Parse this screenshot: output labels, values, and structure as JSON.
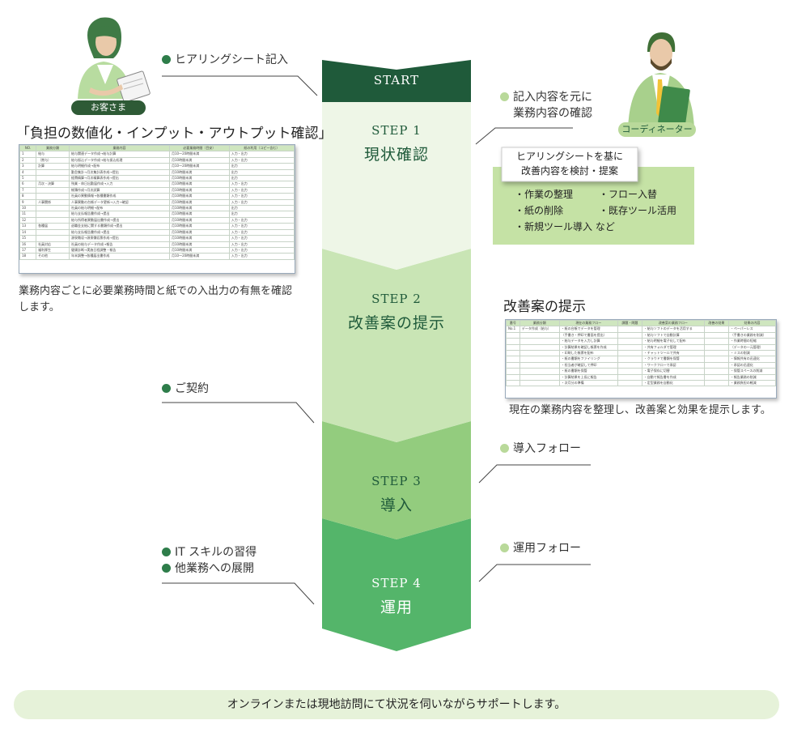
{
  "steps": [
    {
      "en": "START",
      "jp": ""
    },
    {
      "en": "STEP 1",
      "jp": "現状確認"
    },
    {
      "en": "STEP 2",
      "jp": "改善案の提示"
    },
    {
      "en": "STEP 3",
      "jp": "導入"
    },
    {
      "en": "STEP 4",
      "jp": "運用"
    }
  ],
  "left": {
    "customer_badge": "お客さま",
    "hearing_note": "ヒアリングシート記入",
    "section_title": "「負担の数値化・インプット・アウトプット確認」",
    "caption": "業務内容ごとに必要業務時間と紙での入出力の有無を確認します。",
    "contract_note": "ご契約",
    "skill_notes": [
      "IT スキルの習得",
      "他業務への展開"
    ]
  },
  "right": {
    "coordinator_badge": "コーディネーター",
    "confirm_note_1": "記入内容を元に",
    "confirm_note_2": "業務内容の確認",
    "proposal_box_title_1": "ヒアリングシートを基に",
    "proposal_box_title_2": "改善内容を検討・提案",
    "proposal_items": [
      "・作業の整理",
      "・フロー入替",
      "・紙の削除",
      "・既存ツール活用",
      "・新規ツール導入 など"
    ],
    "improve_title": "改善案の提示",
    "improve_caption": "現在の業務内容を整理し、改善案と効果を提示します。",
    "intro_follow": "導入フォロー",
    "ops_follow": "運用フォロー"
  },
  "footer": "オンラインまたは現地訪問にて状況を伺いながらサポートします。",
  "hearing_table": {
    "headers": [
      "NO.",
      "業務分類",
      "業務内容",
      "必要業務時間（目安）",
      "紙の利用（コピー含む）"
    ],
    "rows": [
      [
        "1",
        "給与",
        "給与関連データ作成→給与計算",
        "月10～20時間未満",
        "入力・出力"
      ],
      [
        "2",
        "（賞与）",
        "給与振込データ作成→給与振込処理",
        "月10時間未満",
        "入力・出力"
      ],
      [
        "3",
        "計算",
        "給与明細作成→配布",
        "月10～20時間未満",
        "出力"
      ],
      [
        "4",
        "",
        "勤怠集計→月次集計表作成→提出",
        "月10時間未満",
        "出力"
      ],
      [
        "5",
        "",
        "経費精算→月次精算表作成→提出",
        "月10時間未満",
        "出力"
      ],
      [
        "6",
        "月次・決算",
        "残業・休日出勤届作成→入力",
        "月10時間未満",
        "入力・出力"
      ],
      [
        "7",
        "",
        "帳簿作成→月次試算",
        "月10時間未満",
        "入力・出力"
      ],
      [
        "8",
        "",
        "社員の異動情報→各種書類作成",
        "月10時間未満",
        "入力・出力"
      ],
      [
        "9",
        "人事関係",
        "人事異動の台帳データ更新→入力→確認",
        "月10時間未満",
        "入力・出力"
      ],
      [
        "10",
        "",
        "社員の給与明細→配布",
        "月10時間未満",
        "出力"
      ],
      [
        "11",
        "",
        "給与支払報告書作成→提出",
        "月10時間未満",
        "出力"
      ],
      [
        "12",
        "",
        "給与所得者異動届出書作成→提出",
        "月10時間未満",
        "入力・出力"
      ],
      [
        "13",
        "各種届",
        "退職金支給に関する書類作成→提出",
        "月10時間未満",
        "入力・出力"
      ],
      [
        "14",
        "",
        "給与支払報告書作成→提出",
        "月10時間未満",
        "入力・出力"
      ],
      [
        "15",
        "",
        "源泉徴収→源泉徴収票作成→提出",
        "月10時間未満",
        "入力・出力"
      ],
      [
        "16",
        "社員対応",
        "社員の給与データ作成→報告",
        "月10時間未満",
        "入力・出力"
      ],
      [
        "17",
        "福利厚生",
        "健康診断→実施日程調整・報告",
        "月10時間未満",
        "入力・出力"
      ],
      [
        "18",
        "その他",
        "年末調整→各種届出書作成",
        "月10～20時間未満",
        "入力・出力"
      ]
    ]
  },
  "improve_table": {
    "headers": [
      "番号",
      "業務分類",
      "現在の業務フロー",
      "課題・問題",
      "改善案の業務フロー",
      "改善の効果",
      "効果の内容"
    ],
    "rows": [
      [
        "No.1",
        "データ作成（給与）",
        "・紙の台帳でデータを管理",
        "",
        "・給与ソフトのデータを活用する",
        "",
        "・ペーパーレス"
      ],
      [
        "",
        "",
        "（手書き・押印で書面を提出）",
        "",
        "・給与ソフトで自動計算",
        "",
        "（手書きの業務を削減）"
      ],
      [
        "",
        "",
        "・給与データを入力し計算",
        "",
        "・給与明細を電子化して配布",
        "",
        "・作業時間の短縮"
      ],
      [
        "",
        "",
        "・計算結果を確認し帳票を作成",
        "",
        "・共有フォルダで管理",
        "",
        "（データの一元管理）"
      ],
      [
        "",
        "",
        "・印刷した帳票を配布",
        "",
        "・チャットツールで共有",
        "",
        "・ミスの削減"
      ],
      [
        "",
        "",
        "・紙の書類をファイリング",
        "",
        "・クラウドで書類を保管",
        "",
        "・情報共有の迅速化"
      ],
      [
        "",
        "",
        "・担当者が確認して押印",
        "",
        "・ワークフローで承認",
        "",
        "・承認の迅速化"
      ],
      [
        "",
        "",
        "・紙の書類を保管",
        "",
        "・電子保存に切替",
        "",
        "・保管スペースの削減"
      ],
      [
        "",
        "",
        "・計算結果を上長に報告",
        "",
        "・自動で報告書を作成",
        "",
        "・報告業務の削減"
      ],
      [
        "",
        "",
        "・次月分の準備",
        "",
        "・定型業務を自動化",
        "",
        "・業務負担の軽減"
      ]
    ]
  },
  "colors": {
    "start": "#1f5a3a",
    "step1": "#eef6e7",
    "step2": "#c9e5b5",
    "step3": "#93cc7e",
    "step4": "#54b56a",
    "dark_green": "#2e7d4a",
    "light_green": "#b9d99a",
    "box_green": "#c5e2a5",
    "footer_bg": "#e6f2d9"
  }
}
